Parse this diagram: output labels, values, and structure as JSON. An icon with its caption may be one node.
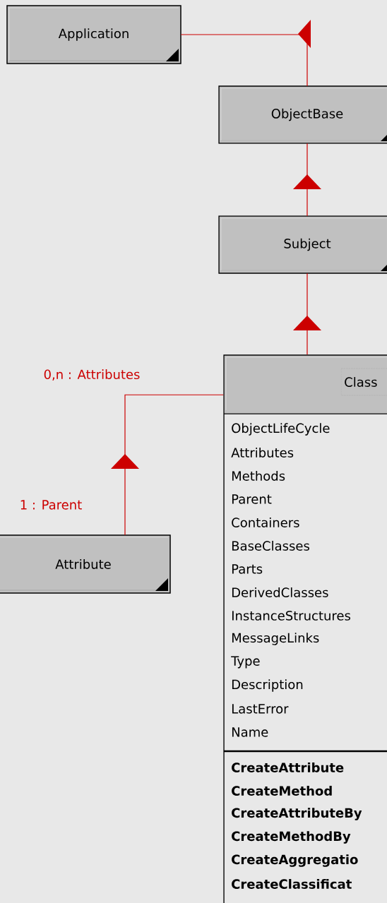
{
  "diagram": {
    "nodes": [
      {
        "text": [
          "Application"
        ]
      },
      {
        "text": [
          "ObjectBase"
        ]
      },
      {
        "text": [
          "Subject"
        ]
      },
      {
        "text": [
          "Class",
          "ObjectLifeCycle",
          "Attributes",
          "Methods",
          "Parent",
          "Containers",
          "BaseClasses",
          "Parts",
          "DerivedClasses",
          "InstanceStructures",
          "MessageLinks",
          "Type",
          "Description",
          "LastError",
          "Name",
          "CreateAttribute",
          "CreateMethod",
          "CreateAttributeBy",
          "CreateMethodBy",
          "CreateAggregatio",
          "CreateClassificat"
        ]
      },
      {
        "text": [
          "Attribute"
        ]
      }
    ],
    "edges": [
      {
        "from": 1,
        "to": 0,
        "arrow": "to"
      },
      {
        "from": 2,
        "to": 1,
        "arrow": "to"
      },
      {
        "from": 3,
        "to": 2,
        "arrow": "to"
      },
      {
        "from": 4,
        "to": 3,
        "arrow": "to",
        "label": "0,n : Attributes"
      }
    ],
    "labels": [
      "1 : Parent"
    ]
  }
}
